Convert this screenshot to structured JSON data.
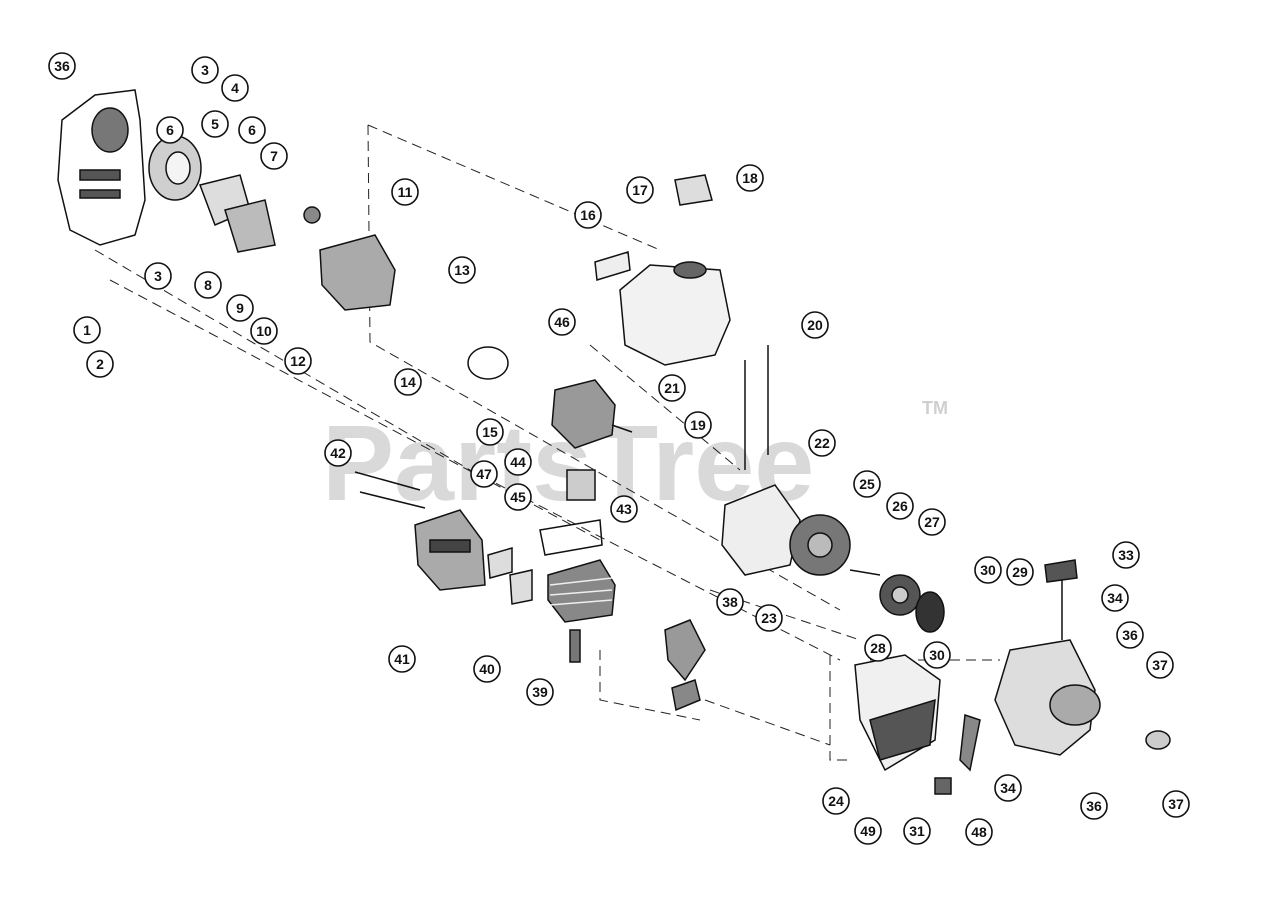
{
  "watermark": {
    "text": "PartsTree",
    "trademark": "TM"
  },
  "callouts": [
    "36",
    "3",
    "4",
    "6",
    "5",
    "6",
    "7",
    "11",
    "18",
    "17",
    "16",
    "20",
    "13",
    "1",
    "2",
    "3",
    "8",
    "9",
    "10",
    "12",
    "14",
    "46",
    "21",
    "19",
    "15",
    "22",
    "42",
    "44",
    "47",
    "25",
    "26",
    "27",
    "45",
    "43",
    "33",
    "30",
    "29",
    "34",
    "23",
    "38",
    "36",
    "28",
    "30",
    "37",
    "41",
    "40",
    "39",
    "24",
    "34",
    "36",
    "37",
    "49",
    "31",
    "48"
  ]
}
